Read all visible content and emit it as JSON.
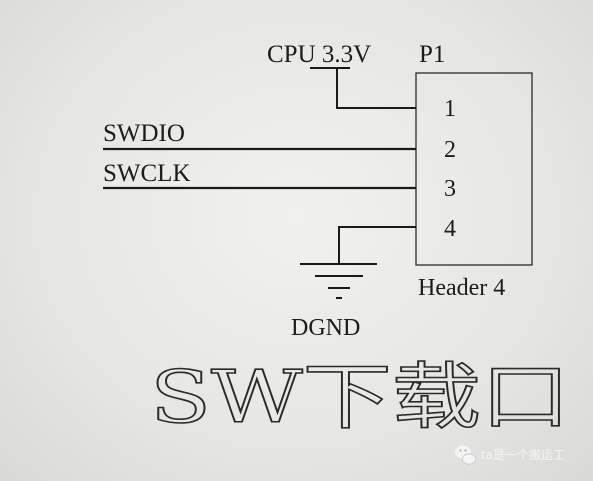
{
  "schematic": {
    "power_label": "CPU 3.3V",
    "component_ref": "P1",
    "component_name": "Header 4",
    "pins": [
      "1",
      "2",
      "3",
      "4"
    ],
    "nets": [
      "SWDIO",
      "SWCLK"
    ],
    "ground_label": "DGND"
  },
  "caption": "SW下载口",
  "watermark": {
    "icon": "wechat-logo-icon",
    "text": "ta是一个搬运工"
  },
  "colors": {
    "background": "#e6e6e3",
    "ink": "#1c1c1c"
  }
}
